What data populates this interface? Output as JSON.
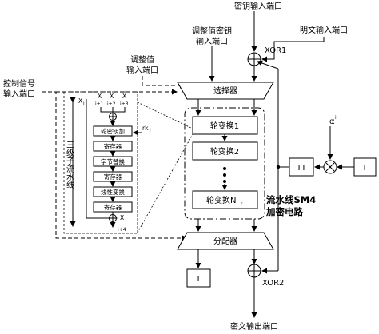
{
  "labels": {
    "key_input": "密钥输入端口",
    "plaintext_input": "明文输入端口",
    "adj_key_1": "调整值密钥",
    "adj_key_2": "输入端口",
    "adj_val_1": "调整值",
    "adj_val_2": "输入端口",
    "ctrl_1": "控制信号",
    "ctrl_2": "输入端口",
    "xor1": "XOR1",
    "xor2": "XOR2",
    "selector": "选择器",
    "distributor": "分配器",
    "round_1": "轮变换1",
    "round_2": "轮变换2",
    "round_dots": "⋮",
    "round_n": "轮变换N",
    "round_n_sub": "r",
    "sm4_1": "流水线SM4",
    "sm4_2": "加密电路",
    "tt": "TT",
    "t_right": "T",
    "t_bottom": "T",
    "alpha": "α",
    "alpha_sup": "i",
    "ciphertext_output": "密文输出端口",
    "pipeline": "三级子流水线",
    "xi": "X",
    "xi_sub": "i",
    "xi1": "X",
    "xi1_sub": "i+1",
    "xi2": "X",
    "xi2_sub": "i+2",
    "xi3": "X",
    "xi3_sub": "i+3",
    "xi4": "X",
    "xi4_sub": "i+4",
    "rk": "rk",
    "rk_sub": "i",
    "stage_key_add": "轮密钥加",
    "stage_reg_1": "寄存器",
    "stage_sbox": "字节替换",
    "stage_reg_2": "寄存器",
    "stage_linear": "线性变换",
    "stage_reg_3": "寄存器"
  }
}
